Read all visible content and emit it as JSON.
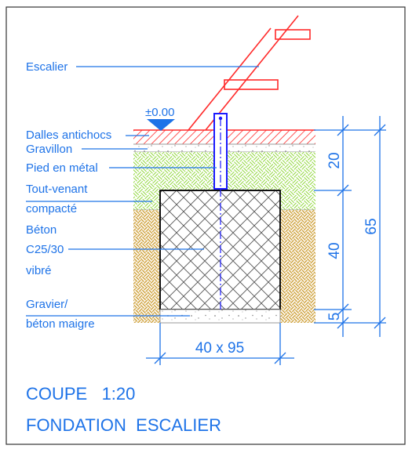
{
  "labels": {
    "escalier": "Escalier",
    "level": "±0.00",
    "dalles": "Dalles antichocs",
    "gravillon": "Gravillon",
    "pied": "Pied en métal",
    "tout_venant_1": "Tout-venant",
    "tout_venant_2": "compacté",
    "beton_1": "Béton",
    "beton_2": "C25/30",
    "beton_3": "vibré",
    "gravier_1": "Gravier/",
    "gravier_2": "béton maigre"
  },
  "dimensions": {
    "upper": "20",
    "middle": "40",
    "lower": "5",
    "total": "65",
    "footing": "40 x 95"
  },
  "title": {
    "line1": "COUPE   1:20",
    "line2": "FONDATION  ESCALIER"
  },
  "colors": {
    "annotation": "#1e73e8",
    "stair": "#ff2a2a",
    "gravel_fill": "#8fd63a",
    "compacted_fill": "#c7921c",
    "concrete_hatch": "#555555"
  }
}
